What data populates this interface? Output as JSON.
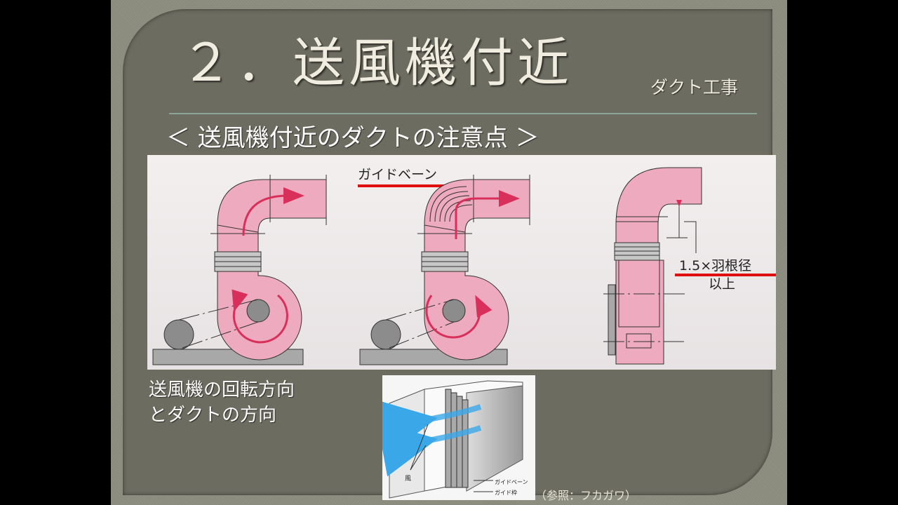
{
  "slide": {
    "title": "２．送風機付近",
    "subject": "ダクト工事",
    "subtitle": "＜ 送風機付近のダクトの注意点 ＞",
    "caption": {
      "line1": "送風機の回転方向",
      "line2": "とダクトの方向"
    },
    "reference": "（参照：フカガワ）"
  },
  "diagram": {
    "label_guide_vane": "ガイドベーン",
    "label_clearance_line1": "1.5×羽根径",
    "label_clearance_line2": "以上",
    "colors": {
      "duct_fill": "#eeaabe",
      "arrow": "#d8305a",
      "highlight_underline": "#e01010",
      "motor": "#8c8c8c",
      "base": "#a8a8a8"
    }
  },
  "photo": {
    "label_wind": "風",
    "label_guide_vane": "ガイドベーン",
    "label_guide_frame": "ガイド枠",
    "arrow_color": "#3aa8e8"
  }
}
